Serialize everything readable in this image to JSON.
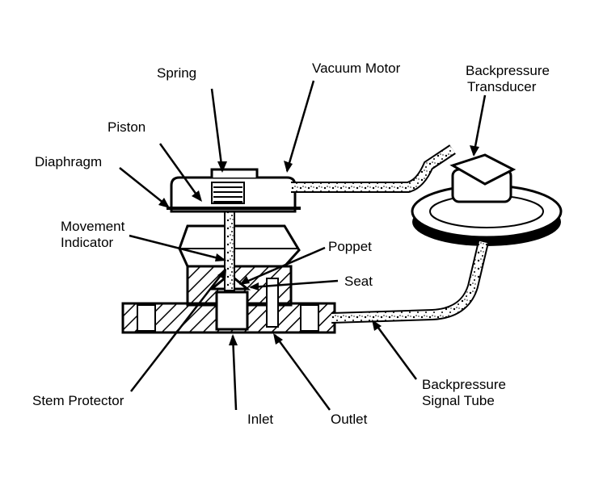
{
  "labels": {
    "spring": "Spring",
    "vacuum_motor": "Vacuum Motor",
    "backpressure_transducer_1": "Backpressure",
    "backpressure_transducer_2": "Transducer",
    "piston": "Piston",
    "diaphragm": "Diaphragm",
    "movement_indicator_1": "Movement",
    "movement_indicator_2": "Indicator",
    "poppet": "Poppet",
    "seat": "Seat",
    "stem_protector": "Stem Protector",
    "inlet": "Inlet",
    "outlet": "Outlet",
    "backpressure_signal_tube_1": "Backpressure",
    "backpressure_signal_tube_2": "Signal Tube"
  }
}
